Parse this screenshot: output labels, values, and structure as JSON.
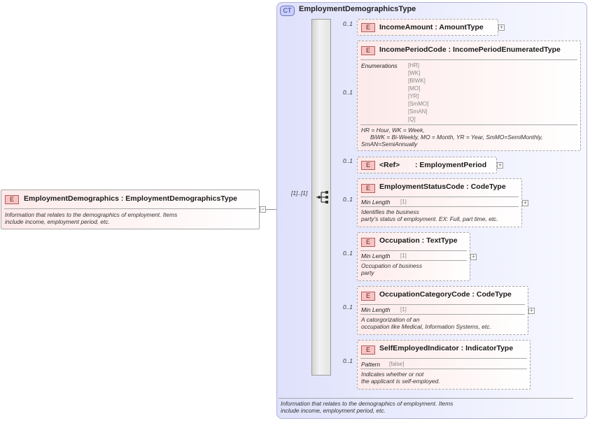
{
  "root": {
    "badge": "E",
    "name": "EmploymentDemographics",
    "type": "EmploymentDemographicsType",
    "doc": [
      "Information that relates to the demographics of employment. Items",
      "include income, employment period, etc."
    ],
    "collapse": "−"
  },
  "complex_type": {
    "badge": "CT",
    "name": "EmploymentDemographicsType",
    "doc": [
      "Information that relates to the demographics of employment. Items",
      "include income, employment period, etc."
    ]
  },
  "sequence": {
    "occurrence": "[1]..[1]",
    "icon": "sequence-icon"
  },
  "expand_symbol": "+",
  "elements": [
    {
      "occurrence": "0..1",
      "badge": "E",
      "name": "IncomeAmount",
      "type": "AmountType"
    },
    {
      "occurrence": "0..1",
      "badge": "E",
      "name": "IncomePeriodCode",
      "type": "IncomePeriodEnumeratedType",
      "facet_label": "Enumerations",
      "enumerations": [
        "[HR]",
        "[WK]",
        "[BIWK]",
        "[MO]",
        "[YR]",
        "[SmMO]",
        "[SmAN]",
        "[Q]"
      ],
      "doc": [
        "HR = Hour, WK = Week,",
        "BiWK = Bi-Weekly, MO = Month, YR = Year, SmMO=SemiMonthly,",
        "SmAN=SemiAnnually"
      ]
    },
    {
      "occurrence": "0..1",
      "badge": "E",
      "ref": "<Ref>",
      "name": "EmploymentPeriod"
    },
    {
      "occurrence": "0..1",
      "badge": "E",
      "name": "EmploymentStatusCode",
      "type": "CodeType",
      "facet_label": "Min Length",
      "facet_value": "[1]",
      "doc": [
        "Identifies the business",
        "party's status of employment. EX: Full, part time, etc."
      ]
    },
    {
      "occurrence": "0..1",
      "badge": "E",
      "name": "Occupation",
      "type": "TextType",
      "facet_label": "Min Length",
      "facet_value": "[1]",
      "doc": [
        "Occupation of business",
        "party"
      ]
    },
    {
      "occurrence": "0..1",
      "badge": "E",
      "name": "OccupationCategoryCode",
      "type": "CodeType",
      "facet_label": "Min Length",
      "facet_value": "[1]",
      "doc": [
        "A catorgorization of an",
        "occupation like Medical, Information Systems, etc."
      ]
    },
    {
      "occurrence": "0..1",
      "badge": "E",
      "name": "SelfEmployedIndicator",
      "type": "IndicatorType",
      "facet_label": "Pattern",
      "facet_value": "[false]",
      "doc": [
        "Indicates whether or not",
        "the applicant is self-employed."
      ]
    }
  ]
}
